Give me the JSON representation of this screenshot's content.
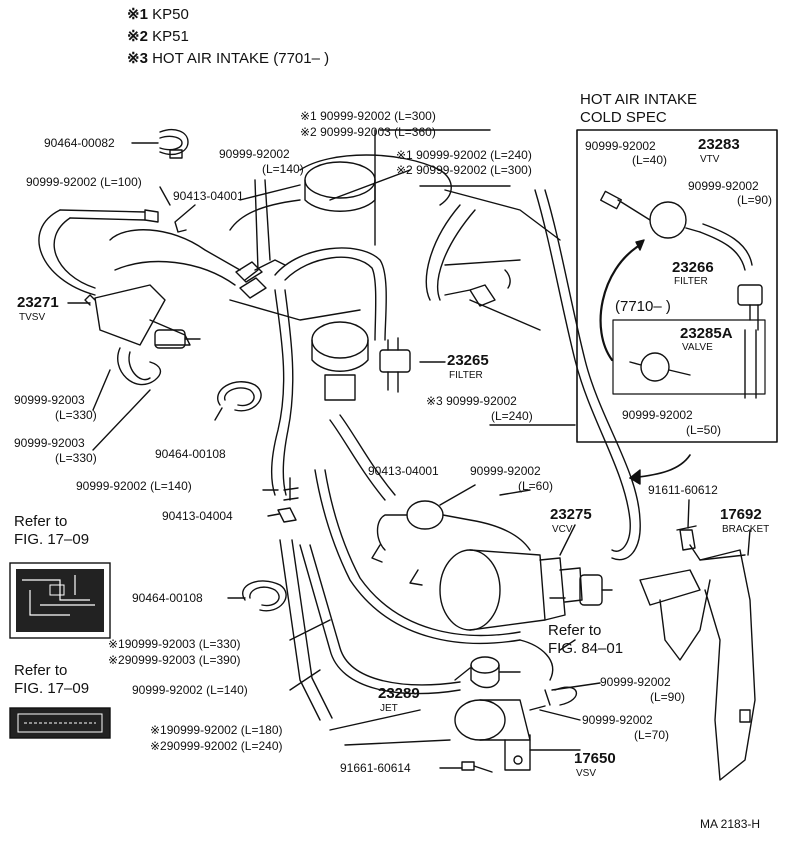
{
  "legend": {
    "items": [
      {
        "mark": "※1",
        "text": "KP50"
      },
      {
        "mark": "※2",
        "text": "KP51"
      },
      {
        "mark": "※3",
        "text": "HOT AIR INTAKE (7701–        )"
      }
    ]
  },
  "inset": {
    "title_line1": "HOT AIR INTAKE",
    "title_line2": "COLD SPEC",
    "hose_top": "90999-92002",
    "hose_top_len": "(L=40)",
    "vtv_num": "23283",
    "vtv_name": "VTV",
    "hose_right": "90999-92002",
    "hose_right_len": "(L=90)",
    "filter_num": "23266",
    "filter_name": "FILTER",
    "sub_label": "(7710–        )",
    "valve_num": "23285A",
    "valve_name": "VALVE",
    "hose_bottom": "90999-92002",
    "hose_bottom_len": "(L=50)"
  },
  "labels": {
    "l_90464_00082": "90464-00082",
    "l_hose_100": "90999-92002 (L=100)",
    "l_90413_04001_a": "90413-04001",
    "l_hose_140_a": "90999-92002",
    "l_hose_140_a_len": "(L=140)",
    "l_top_1": "※1  90999-92002 (L=300)",
    "l_top_2": "※2  90999-92003 (L=360)",
    "l_mid_1": "※1 90999-92002 (L=240)",
    "l_mid_2": "※2  90999-92002 (L=300)",
    "l_23271": "23271",
    "l_tvsv": "TVSV",
    "l_hose_330_a": "90999-92003",
    "l_hose_330_a_len": "(L=330)",
    "l_hose_330_b": "90999-92003",
    "l_hose_330_b_len": "(L=330)",
    "l_90464_00108_a": "90464-00108",
    "l_23265": "23265",
    "l_filter": "FILTER",
    "l_hose_240_3": "※3 90999-92002",
    "l_hose_240_3_len": "(L=240)",
    "l_hose_140_b": "90999-92002 (L=140)",
    "l_90413_04004": "90413-04004",
    "l_90413_04001_b": "90413-04001",
    "l_hose_60": "90999-92002",
    "l_hose_60_len": "(L=60)",
    "l_23275": "23275",
    "l_vcv": "VCV",
    "l_91611": "91611-60612",
    "l_17692": "17692",
    "l_bracket": "BRACKET",
    "l_refer_1": "Refer to",
    "l_fig_1": "FIG. 17–09",
    "l_90464_00108_b": "90464-00108",
    "l_refer_3": "Refer to",
    "l_fig_3": "FIG. 84–01",
    "l_hose_330_c": "※190999-92003 (L=330)",
    "l_hose_390": "※290999-92003 (L=390)",
    "l_refer_2": "Refer to",
    "l_fig_2": "FIG. 17–09",
    "l_hose_140_c": "90999-92002 (L=140)",
    "l_23289": "23289",
    "l_jet": "JET",
    "l_hose_90": "90999-92002",
    "l_hose_90_len": "(L=90)",
    "l_hose_70": "90999-92002",
    "l_hose_70_len": "(L=70)",
    "l_hose_180": "※190999-92002 (L=180)",
    "l_hose_240_2": "※290999-92002 (L=240)",
    "l_17650": "17650",
    "l_vsv": "VSV",
    "l_91661": "91661-60614",
    "l_code": "MA 2183-H"
  }
}
